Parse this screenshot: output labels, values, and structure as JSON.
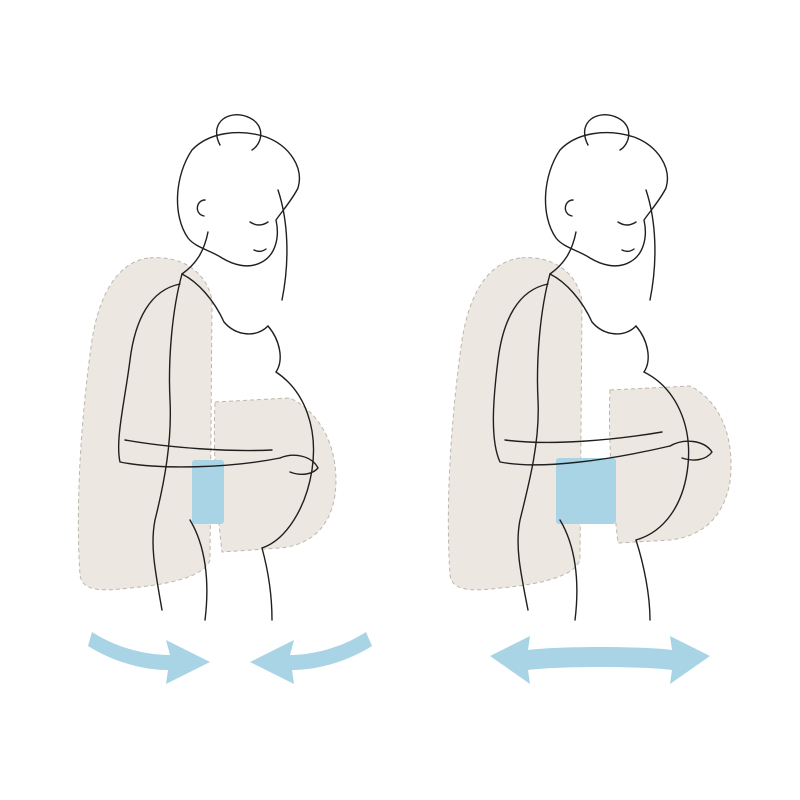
{
  "figures": [
    {
      "id": "left",
      "state": "compressed",
      "arrow_direction": "inward"
    },
    {
      "id": "right",
      "state": "extended",
      "arrow_direction": "outward"
    }
  ],
  "colors": {
    "background": "#ffffff",
    "outline": "#1f1f1f",
    "cushion_fill": "#ece8e1",
    "support_band": "#a8d4e6",
    "arrow": "#a8d4e6"
  }
}
